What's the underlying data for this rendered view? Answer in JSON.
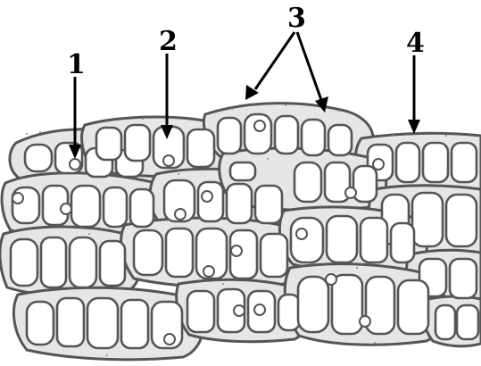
{
  "labels": {
    "l1": "1",
    "l2": "2",
    "l3": "3",
    "l4": "4"
  },
  "colors": {
    "sheath_fill": "#e6e6e6",
    "outline": "#555555",
    "cell_fill": "#ffffff",
    "arrow": "#000000"
  }
}
